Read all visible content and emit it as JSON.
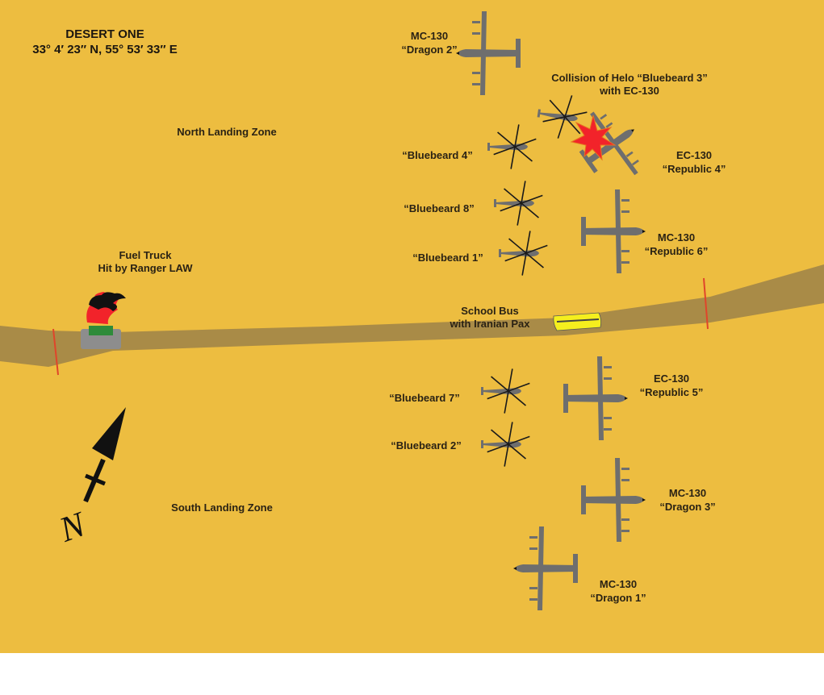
{
  "title": {
    "name": "DESERT ONE",
    "coords": "33° 4′ 23″ N, 55° 53′ 33″ E"
  },
  "colors": {
    "ground": "#EDBD40",
    "road": "#A98B47",
    "aircraft": "#6E6E6E",
    "explosion": "#F2232A",
    "marker": "#E0452A",
    "bus": "#F5EF1E"
  },
  "zones": {
    "north": "North Landing Zone",
    "south": "South Landing Zone"
  },
  "fuel_truck": {
    "line1": "Fuel Truck",
    "line2": "Hit by Ranger LAW"
  },
  "bus": {
    "line1": "School Bus",
    "line2": "with Iranian Pax"
  },
  "collision": {
    "line1": "Collision of  Helo “Bluebeard 3”",
    "line2": "with EC-130"
  },
  "aircraft": [
    {
      "type": "MC-130",
      "name": "“Dragon 2”"
    },
    {
      "type": "EC-130",
      "name": "“Republic 4”"
    },
    {
      "type": "MC-130",
      "name": "“Republic 6”"
    },
    {
      "type": "EC-130",
      "name": "“Republic 5”"
    },
    {
      "type": "MC-130",
      "name": "“Dragon 3”"
    },
    {
      "type": "MC-130",
      "name": "“Dragon 1”"
    }
  ],
  "helicopters": [
    {
      "name": "“Bluebeard 4”"
    },
    {
      "name": "“Bluebeard 8”"
    },
    {
      "name": "“Bluebeard 1”"
    },
    {
      "name": "“Bluebeard 7”"
    },
    {
      "name": "“Bluebeard 2”"
    }
  ],
  "compass": {
    "letter": "N"
  }
}
